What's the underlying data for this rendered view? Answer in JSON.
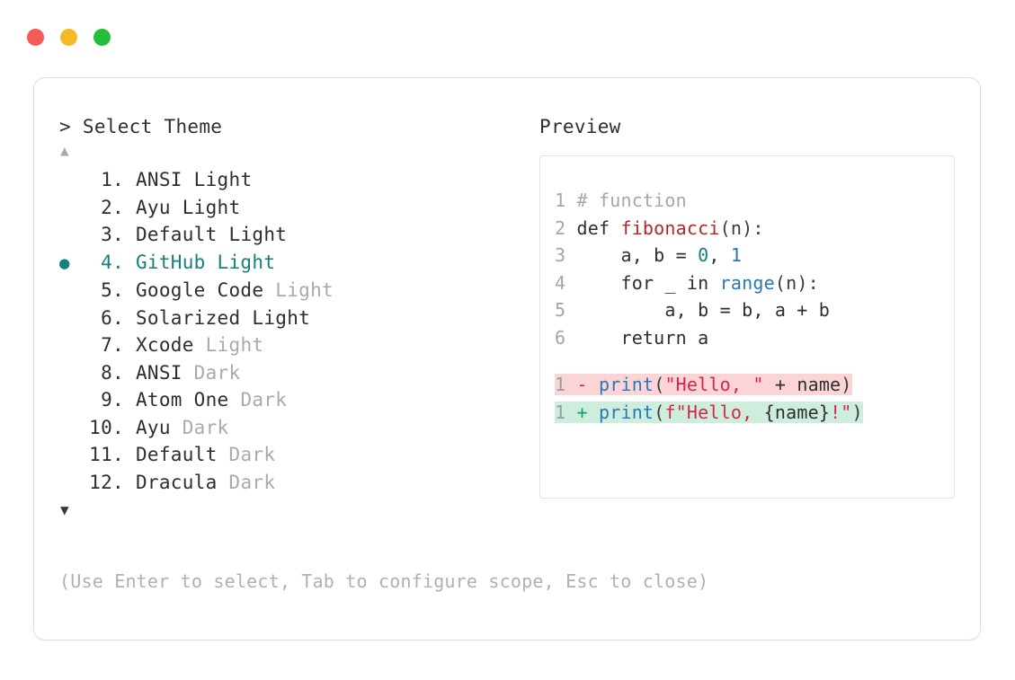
{
  "window": {
    "dots": [
      {
        "name": "close",
        "color": "#f45b56"
      },
      {
        "name": "minimize",
        "color": "#f5b928"
      },
      {
        "name": "maximize",
        "color": "#26bd3a"
      }
    ]
  },
  "colors": {
    "accent_teal": "#14817c",
    "text": "#2e2e32",
    "dim": "#aaaaae",
    "border": "#dddddd",
    "diff_del_bg": "#fbd5d5",
    "diff_add_bg": "#cdeedd",
    "string": "#d6264f",
    "func": "#b4252b",
    "builtin": "#2878b8"
  },
  "left": {
    "prompt_caret": ">",
    "prompt_title": "Select Theme",
    "scroll_up_icon": "▲",
    "scroll_down_icon": "▼",
    "selected_index": 4,
    "bullet_glyph": "●",
    "items": [
      {
        "number": "1.",
        "name": "ANSI",
        "suffix": "Light",
        "suffix_dim": false,
        "selected": false
      },
      {
        "number": "2.",
        "name": "Ayu",
        "suffix": "Light",
        "suffix_dim": false,
        "selected": false
      },
      {
        "number": "3.",
        "name": "Default",
        "suffix": "Light",
        "suffix_dim": false,
        "selected": false
      },
      {
        "number": "4.",
        "name": "GitHub",
        "suffix": "Light",
        "suffix_dim": false,
        "selected": true
      },
      {
        "number": "5.",
        "name": "Google Code",
        "suffix": "Light",
        "suffix_dim": true,
        "selected": false
      },
      {
        "number": "6.",
        "name": "Solarized",
        "suffix": "Light",
        "suffix_dim": false,
        "selected": false
      },
      {
        "number": "7.",
        "name": "Xcode",
        "suffix": "Light",
        "suffix_dim": true,
        "selected": false
      },
      {
        "number": "8.",
        "name": "ANSI",
        "suffix": "Dark",
        "suffix_dim": true,
        "selected": false
      },
      {
        "number": "9.",
        "name": "Atom One",
        "suffix": "Dark",
        "suffix_dim": true,
        "selected": false
      },
      {
        "number": "10.",
        "name": "Ayu",
        "suffix": "Dark",
        "suffix_dim": true,
        "selected": false
      },
      {
        "number": "11.",
        "name": "Default",
        "suffix": "Dark",
        "suffix_dim": true,
        "selected": false
      },
      {
        "number": "12.",
        "name": "Dracula",
        "suffix": "Dark",
        "suffix_dim": true,
        "selected": false
      }
    ]
  },
  "preview": {
    "title": "Preview",
    "code_lines": [
      {
        "gutter": "1",
        "tokens": [
          {
            "t": "# function",
            "c": "tok-comment"
          }
        ]
      },
      {
        "gutter": "2",
        "tokens": [
          {
            "t": "def ",
            "c": "tok-keyword"
          },
          {
            "t": "fibonacci",
            "c": "tok-func"
          },
          {
            "t": "(n):",
            "c": "tok-punct"
          }
        ]
      },
      {
        "gutter": "3",
        "tokens": [
          {
            "t": "    a, b = ",
            "c": "tok-plain"
          },
          {
            "t": "0",
            "c": "tok-num-teal"
          },
          {
            "t": ", ",
            "c": "tok-plain"
          },
          {
            "t": "1",
            "c": "tok-num-blue"
          }
        ]
      },
      {
        "gutter": "4",
        "tokens": [
          {
            "t": "    for _ in ",
            "c": "tok-plain"
          },
          {
            "t": "range",
            "c": "tok-builtin"
          },
          {
            "t": "(n):",
            "c": "tok-punct"
          }
        ]
      },
      {
        "gutter": "5",
        "tokens": [
          {
            "t": "        a, b = b, a + b",
            "c": "tok-plain"
          }
        ]
      },
      {
        "gutter": "6",
        "tokens": [
          {
            "t": "    return a",
            "c": "tok-plain"
          }
        ]
      }
    ],
    "diff_lines": [
      {
        "kind": "del",
        "gutter": "1",
        "sign": "-",
        "tokens": [
          {
            "t": "print",
            "c": "tok-builtin"
          },
          {
            "t": "(",
            "c": "tok-punct"
          },
          {
            "t": "\"Hello, \"",
            "c": "tok-string"
          },
          {
            "t": " + name",
            "c": "tok-plain"
          },
          {
            "t": ")",
            "c": "tok-punct"
          }
        ]
      },
      {
        "kind": "add",
        "gutter": "1",
        "sign": "+",
        "tokens": [
          {
            "t": "print",
            "c": "tok-builtin"
          },
          {
            "t": "(",
            "c": "tok-punct"
          },
          {
            "t": "f\"Hello, ",
            "c": "tok-string"
          },
          {
            "t": "{name}",
            "c": "tok-plain"
          },
          {
            "t": "!\"",
            "c": "tok-string"
          },
          {
            "t": ")",
            "c": "tok-punct"
          }
        ]
      }
    ]
  },
  "footer": {
    "hint": "(Use Enter to select, Tab to configure scope, Esc to close)"
  }
}
